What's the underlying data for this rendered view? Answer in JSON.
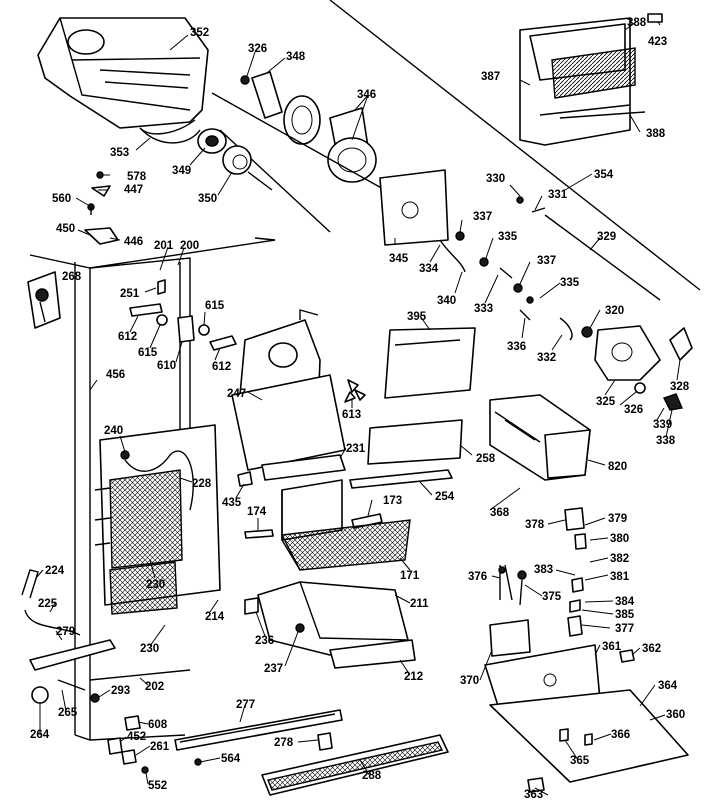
{
  "callouts": {
    "c352": "352",
    "c326a": "326",
    "c348": "348",
    "c346": "346",
    "c388a": "388",
    "c423": "423",
    "c387": "387",
    "c388b": "388",
    "c353": "353",
    "c349": "349",
    "c350": "350",
    "c578": "578",
    "c447": "447",
    "c560": "560",
    "c450": "450",
    "c446": "446",
    "c201": "201",
    "c200": "200",
    "c268": "268",
    "c251": "251",
    "c615a": "615",
    "c612a": "612",
    "c615b": "615",
    "c612b": "612",
    "c610": "610",
    "c456": "456",
    "c330": "330",
    "c331": "331",
    "c354": "354",
    "c337a": "337",
    "c345": "345",
    "c335a": "335",
    "c329": "329",
    "c337b": "337",
    "c334": "334",
    "c340": "340",
    "c333": "333",
    "c335b": "335",
    "c395": "395",
    "c320": "320",
    "c336": "336",
    "c332": "332",
    "c328": "328",
    "c247": "247",
    "c613": "613",
    "c325": "325",
    "c326b": "326",
    "c339": "339",
    "c338": "338",
    "c240": "240",
    "c231": "231",
    "c258": "258",
    "c820": "820",
    "c228": "228",
    "c435": "435",
    "c254": "254",
    "c173": "173",
    "c174": "174",
    "c368": "368",
    "c378": "378",
    "c379": "379",
    "c380": "380",
    "c382": "382",
    "c230a": "230",
    "c171": "171",
    "c224": "224",
    "c376": "376",
    "c375": "375",
    "c383": "383",
    "c381": "381",
    "c225": "225",
    "c211": "211",
    "c384": "384",
    "c385": "385",
    "c214": "214",
    "c279": "279",
    "c236": "236",
    "c377": "377",
    "c230b": "230",
    "c361": "361",
    "c362": "362",
    "c237": "237",
    "c212": "212",
    "c370": "370",
    "c202": "202",
    "c293": "293",
    "c364": "364",
    "c265": "265",
    "c277": "277",
    "c360": "360",
    "c608": "608",
    "c264": "264",
    "c452": "452",
    "c261": "261",
    "c278": "278",
    "c366": "366",
    "c564": "564",
    "c365": "365",
    "c552": "552",
    "c288": "288",
    "c363": "363"
  }
}
